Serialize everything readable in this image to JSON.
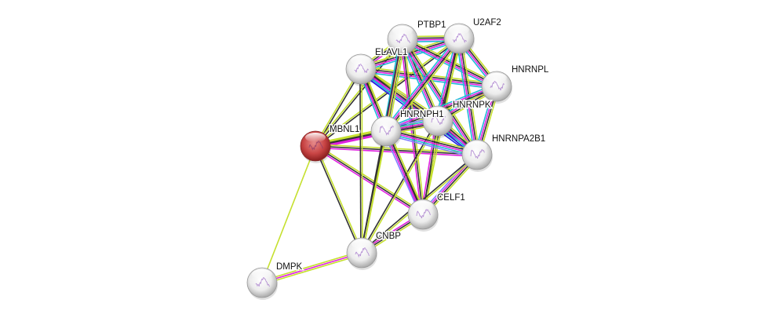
{
  "diagram": {
    "type": "protein-interaction-network",
    "query_protein": "MBNL1",
    "nodes": [
      {
        "id": "MBNL1",
        "label": "MBNL1",
        "query": true,
        "color": "#c23a3a"
      },
      {
        "id": "PTBP1",
        "label": "PTBP1",
        "color": "#e8e8e8"
      },
      {
        "id": "U2AF2",
        "label": "U2AF2",
        "color": "#e8e8e8"
      },
      {
        "id": "ELAVL1",
        "label": "ELAVL1",
        "color": "#e8e8e8"
      },
      {
        "id": "HNRNPL",
        "label": "HNRNPL",
        "color": "#e8e8e8"
      },
      {
        "id": "HNRNPK",
        "label": "HNRNPK",
        "color": "#e8e8e8"
      },
      {
        "id": "HNRNPH1",
        "label": "HNRNPH1",
        "color": "#e8e8e8"
      },
      {
        "id": "HNRNPA2B1",
        "label": "HNRNPA2B1",
        "color": "#e8e8e8"
      },
      {
        "id": "CELF1",
        "label": "CELF1",
        "color": "#e8e8e8"
      },
      {
        "id": "CNBP",
        "label": "CNBP",
        "color": "#e8e8e8"
      },
      {
        "id": "DMPK",
        "label": "DMPK",
        "color": "#e8e8e8"
      }
    ],
    "edge_colors": {
      "textmining": "#c5e02e",
      "coexpression": "#333333",
      "experiments": "#e020e0",
      "databases": "#20b8d8",
      "homology": "#8080ff",
      "cooccurrence": "#2020e0"
    },
    "edges": [
      {
        "a": "MBNL1",
        "b": "ELAVL1",
        "types": [
          "textmining",
          "coexpression"
        ]
      },
      {
        "a": "MBNL1",
        "b": "HNRNPH1",
        "types": [
          "textmining",
          "coexpression",
          "experiments",
          "experiments"
        ]
      },
      {
        "a": "MBNL1",
        "b": "HNRNPK",
        "types": [
          "textmining",
          "coexpression",
          "experiments"
        ]
      },
      {
        "a": "MBNL1",
        "b": "HNRNPA2B1",
        "types": [
          "textmining",
          "coexpression",
          "experiments"
        ]
      },
      {
        "a": "MBNL1",
        "b": "CELF1",
        "types": [
          "textmining",
          "coexpression",
          "experiments"
        ]
      },
      {
        "a": "MBNL1",
        "b": "CNBP",
        "types": [
          "textmining",
          "coexpression"
        ]
      },
      {
        "a": "MBNL1",
        "b": "DMPK",
        "types": [
          "textmining"
        ]
      },
      {
        "a": "MBNL1",
        "b": "PTBP1",
        "types": [
          "textmining",
          "coexpression"
        ]
      },
      {
        "a": "MBNL1",
        "b": "U2AF2",
        "types": [
          "textmining",
          "coexpression"
        ]
      },
      {
        "a": "ELAVL1",
        "b": "PTBP1",
        "types": [
          "textmining",
          "coexpression",
          "experiments"
        ]
      },
      {
        "a": "ELAVL1",
        "b": "U2AF2",
        "types": [
          "textmining",
          "coexpression",
          "experiments",
          "databases"
        ]
      },
      {
        "a": "ELAVL1",
        "b": "HNRNPL",
        "types": [
          "textmining",
          "coexpression",
          "experiments",
          "databases"
        ]
      },
      {
        "a": "ELAVL1",
        "b": "HNRNPK",
        "types": [
          "textmining",
          "coexpression",
          "experiments",
          "databases",
          "homology"
        ]
      },
      {
        "a": "ELAVL1",
        "b": "HNRNPH1",
        "types": [
          "textmining",
          "coexpression",
          "experiments",
          "databases"
        ]
      },
      {
        "a": "ELAVL1",
        "b": "HNRNPA2B1",
        "types": [
          "textmining",
          "coexpression",
          "experiments",
          "databases",
          "cooccurrence"
        ]
      },
      {
        "a": "ELAVL1",
        "b": "CELF1",
        "types": [
          "textmining",
          "coexpression",
          "experiments"
        ]
      },
      {
        "a": "ELAVL1",
        "b": "CNBP",
        "types": [
          "textmining",
          "coexpression"
        ]
      },
      {
        "a": "PTBP1",
        "b": "U2AF2",
        "types": [
          "textmining",
          "coexpression",
          "experiments",
          "databases"
        ]
      },
      {
        "a": "PTBP1",
        "b": "HNRNPL",
        "types": [
          "textmining",
          "coexpression",
          "experiments",
          "databases"
        ]
      },
      {
        "a": "PTBP1",
        "b": "HNRNPK",
        "types": [
          "textmining",
          "coexpression",
          "experiments",
          "databases"
        ]
      },
      {
        "a": "PTBP1",
        "b": "HNRNPH1",
        "types": [
          "textmining",
          "coexpression",
          "experiments",
          "databases"
        ]
      },
      {
        "a": "PTBP1",
        "b": "HNRNPA2B1",
        "types": [
          "textmining",
          "coexpression",
          "experiments",
          "databases"
        ]
      },
      {
        "a": "PTBP1",
        "b": "CELF1",
        "types": [
          "textmining",
          "coexpression",
          "experiments"
        ]
      },
      {
        "a": "PTBP1",
        "b": "CNBP",
        "types": [
          "textmining",
          "coexpression"
        ]
      },
      {
        "a": "U2AF2",
        "b": "HNRNPL",
        "types": [
          "textmining",
          "coexpression",
          "experiments",
          "databases"
        ]
      },
      {
        "a": "U2AF2",
        "b": "HNRNPK",
        "types": [
          "textmining",
          "coexpression",
          "experiments",
          "databases"
        ]
      },
      {
        "a": "U2AF2",
        "b": "HNRNPH1",
        "types": [
          "textmining",
          "coexpression",
          "experiments",
          "databases"
        ]
      },
      {
        "a": "U2AF2",
        "b": "HNRNPA2B1",
        "types": [
          "textmining",
          "coexpression",
          "experiments",
          "databases"
        ]
      },
      {
        "a": "U2AF2",
        "b": "CELF1",
        "types": [
          "textmining",
          "coexpression"
        ]
      },
      {
        "a": "HNRNPL",
        "b": "HNRNPK",
        "types": [
          "textmining",
          "coexpression",
          "experiments",
          "databases"
        ]
      },
      {
        "a": "HNRNPL",
        "b": "HNRNPH1",
        "types": [
          "textmining",
          "coexpression",
          "experiments",
          "databases"
        ]
      },
      {
        "a": "HNRNPL",
        "b": "HNRNPA2B1",
        "types": [
          "textmining",
          "coexpression",
          "experiments",
          "databases"
        ]
      },
      {
        "a": "HNRNPK",
        "b": "HNRNPH1",
        "types": [
          "textmining",
          "coexpression",
          "experiments",
          "databases",
          "homology"
        ]
      },
      {
        "a": "HNRNPK",
        "b": "HNRNPA2B1",
        "types": [
          "textmining",
          "coexpression",
          "experiments",
          "databases",
          "cooccurrence"
        ]
      },
      {
        "a": "HNRNPK",
        "b": "CELF1",
        "types": [
          "textmining",
          "coexpression",
          "experiments"
        ]
      },
      {
        "a": "HNRNPK",
        "b": "CNBP",
        "types": [
          "textmining",
          "coexpression"
        ]
      },
      {
        "a": "HNRNPH1",
        "b": "HNRNPA2B1",
        "types": [
          "textmining",
          "coexpression",
          "experiments",
          "databases",
          "homology"
        ]
      },
      {
        "a": "HNRNPH1",
        "b": "CELF1",
        "types": [
          "textmining",
          "coexpression",
          "experiments",
          "homology"
        ]
      },
      {
        "a": "HNRNPH1",
        "b": "CNBP",
        "types": [
          "textmining",
          "coexpression"
        ]
      },
      {
        "a": "HNRNPA2B1",
        "b": "CELF1",
        "types": [
          "textmining",
          "coexpression",
          "experiments",
          "homology"
        ]
      },
      {
        "a": "HNRNPA2B1",
        "b": "CNBP",
        "types": [
          "textmining",
          "coexpression"
        ]
      },
      {
        "a": "CELF1",
        "b": "CNBP",
        "types": [
          "textmining",
          "coexpression",
          "experiments"
        ]
      },
      {
        "a": "CNBP",
        "b": "DMPK",
        "types": [
          "textmining",
          "experiments",
          "textmining"
        ]
      }
    ]
  }
}
